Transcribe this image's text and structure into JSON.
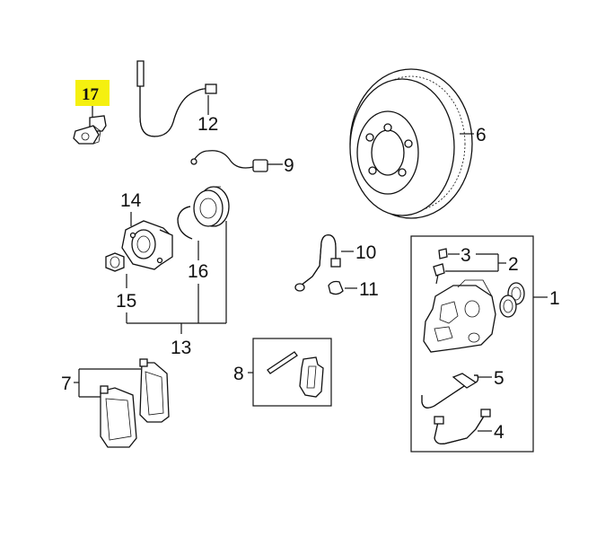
{
  "highlight_color": "#f5f00f",
  "labels": {
    "p1": "1",
    "p2": "2",
    "p3": "3",
    "p4": "4",
    "p5": "5",
    "p6": "6",
    "p7": "7",
    "p8": "8",
    "p9": "9",
    "p10": "10",
    "p11": "11",
    "p12": "12",
    "p13": "13",
    "p14": "14",
    "p15": "15",
    "p16": "16",
    "p17": "17"
  },
  "highlighted_part": "17"
}
